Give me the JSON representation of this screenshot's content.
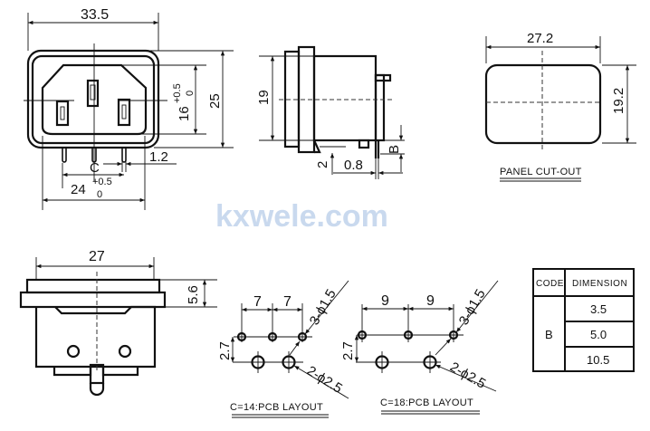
{
  "front_view": {
    "width": "33.5",
    "height": "25",
    "socket_height": "16",
    "socket_height_tol_upper": "+0.5",
    "socket_height_tol_lower": "0",
    "pin_width": "1.2",
    "pin_pitch_label": "C",
    "socket_width": "24",
    "socket_width_tol_upper": "+0.5",
    "socket_width_tol_lower": "0"
  },
  "side_view": {
    "height": "19",
    "flange_gap": "2",
    "pin_thickness": "0.8",
    "pin_length_code": "B"
  },
  "panel_cutout": {
    "width": "27.2",
    "height": "19.2",
    "label": "PANEL CUT-OUT"
  },
  "watermark": "kxwele.com",
  "bottom_view": {
    "width": "27",
    "flange_height": "5.6"
  },
  "pcb_layout_14": {
    "pitch_1": "7",
    "pitch_2": "7",
    "row_offset": "2.7",
    "small_holes": "3-ϕ1.5",
    "large_holes": "2-ϕ2.5",
    "label": "C=14:PCB LAYOUT"
  },
  "pcb_layout_18": {
    "pitch_1": "9",
    "pitch_2": "9",
    "row_offset": "2.7",
    "small_holes": "3-ϕ1.5",
    "large_holes": "2-ϕ2.5",
    "label": "C=18:PCB LAYOUT"
  },
  "dimension_table": {
    "header_code": "CODE",
    "header_dimension": "DIMENSION",
    "code": "B",
    "values": [
      "3.5",
      "5.0",
      "10.5"
    ]
  }
}
